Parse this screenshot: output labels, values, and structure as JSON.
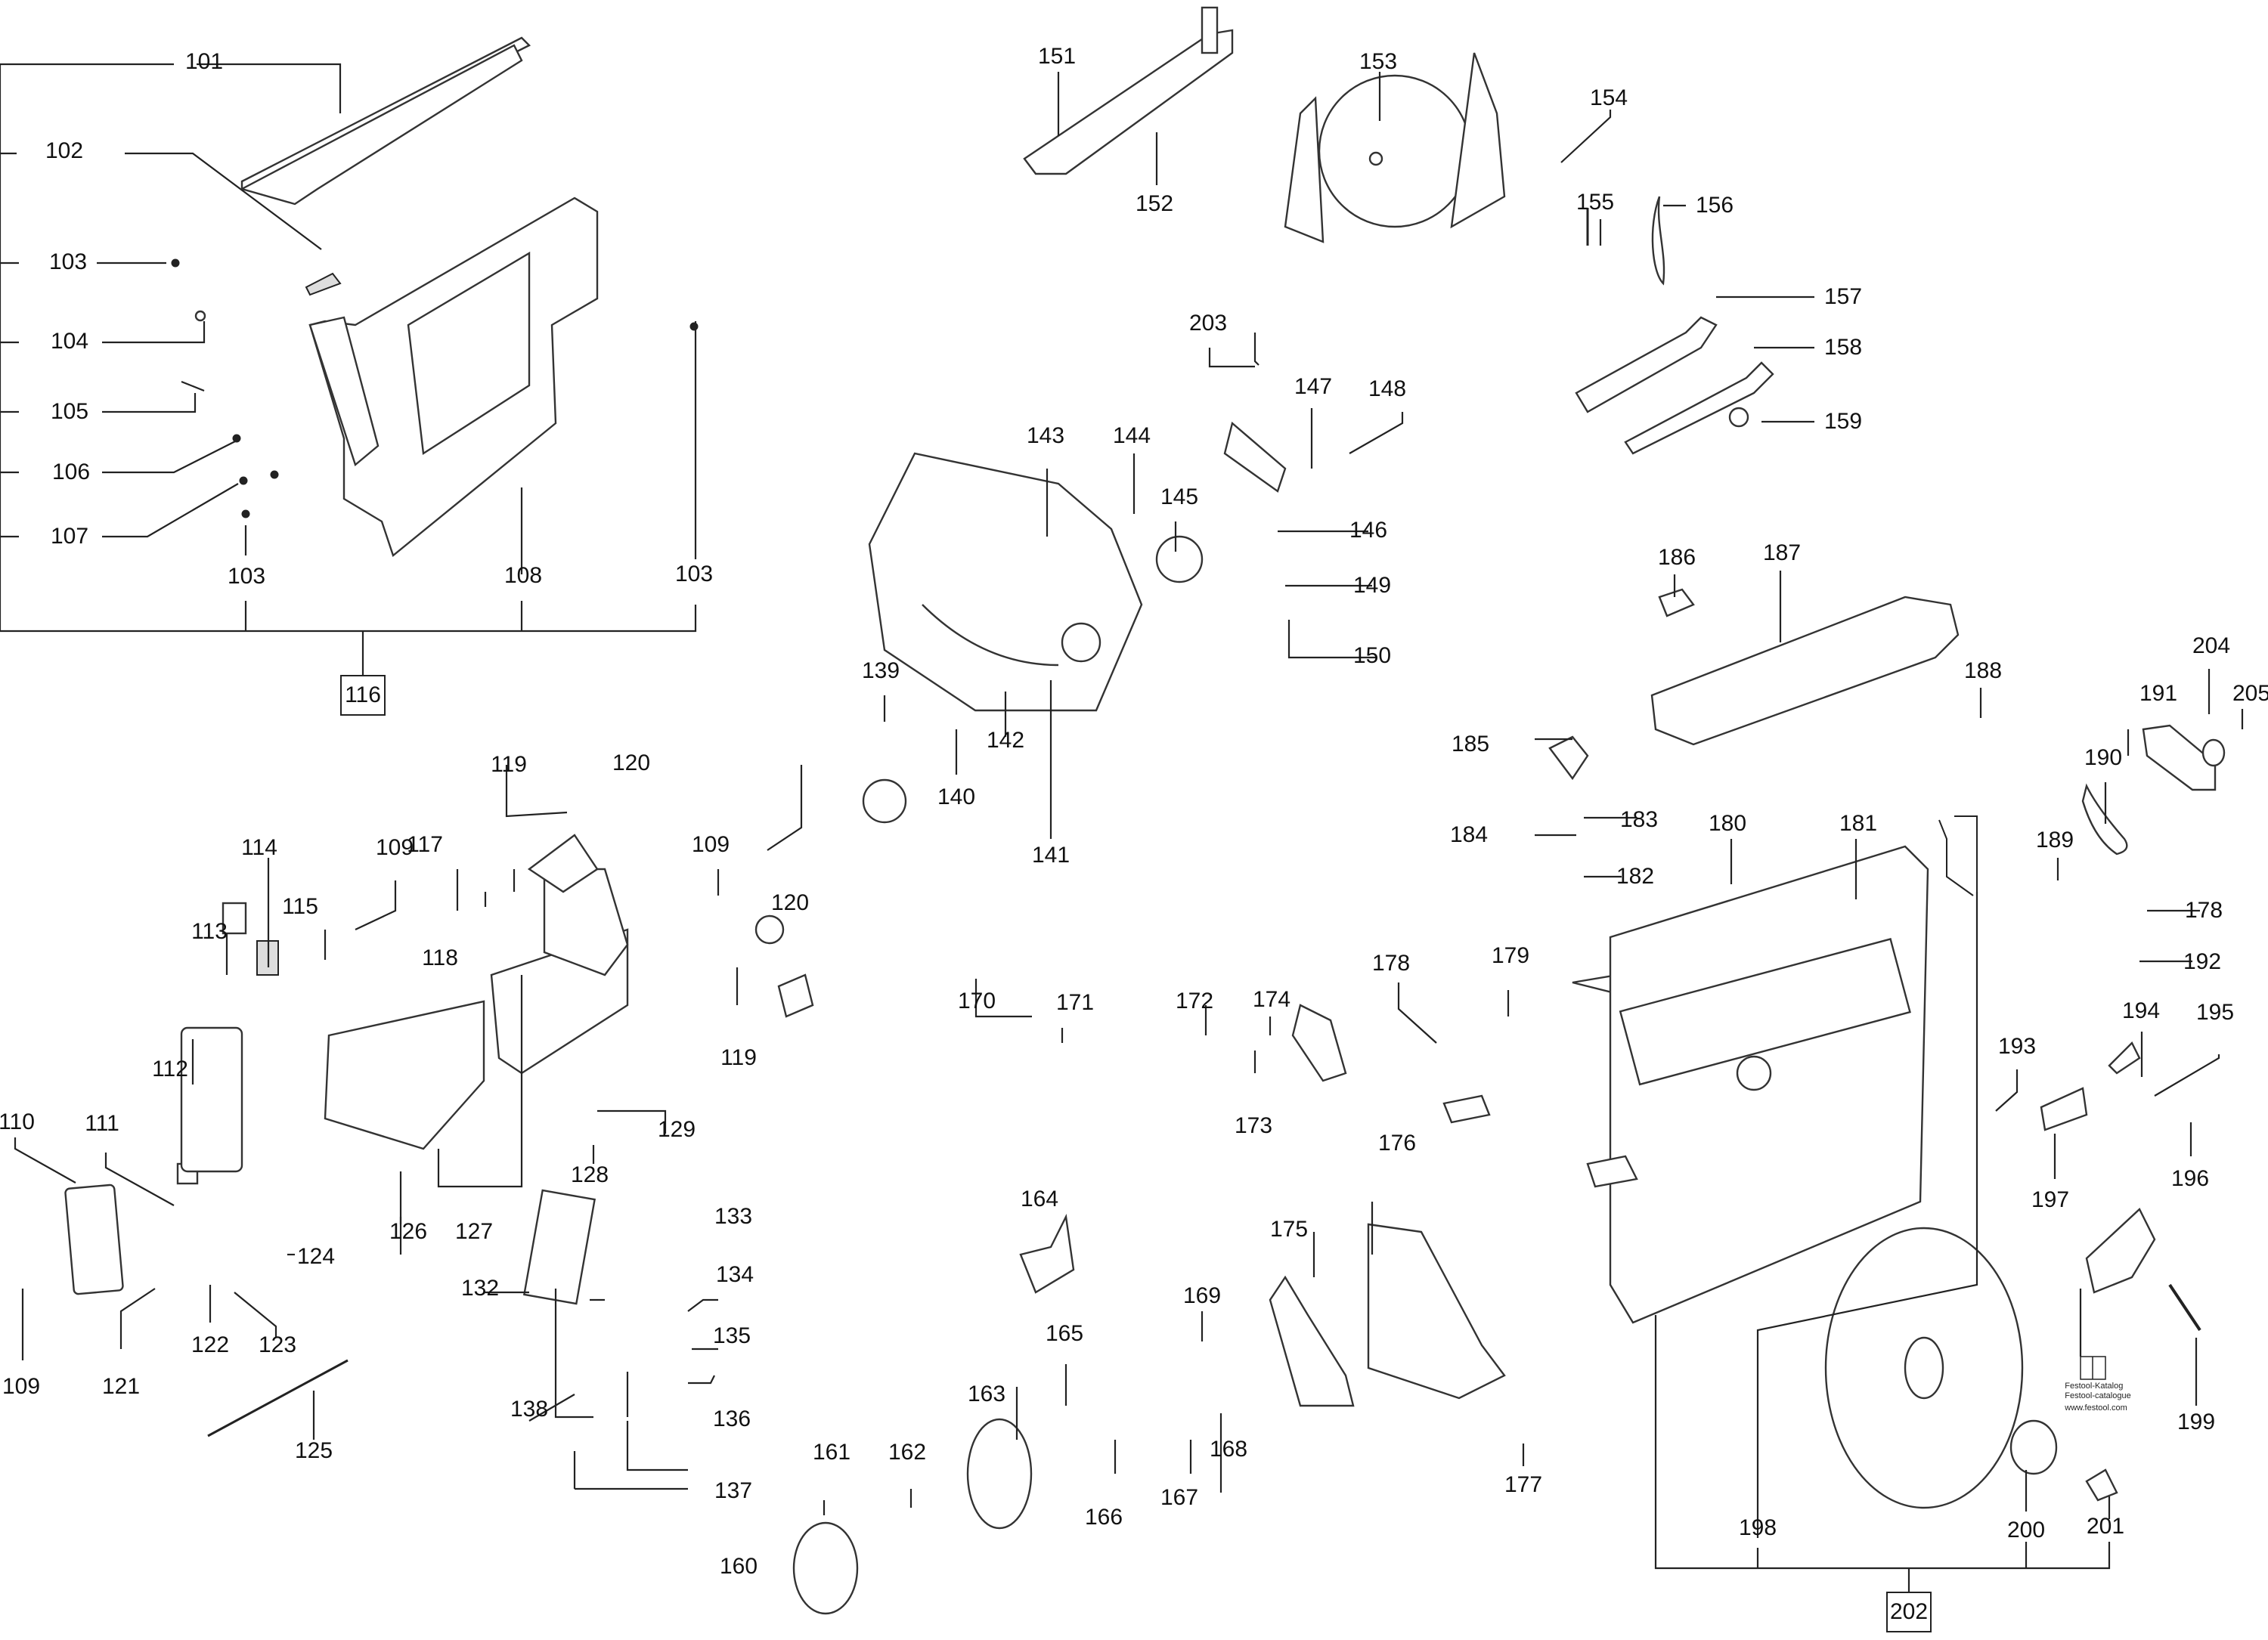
{
  "diagram": {
    "title": "Exploded parts diagram - table saw",
    "assemblies": [
      {
        "id": "116",
        "label": "116",
        "members": [
          "101",
          "102",
          "103",
          "104",
          "105",
          "106",
          "107",
          "108"
        ]
      },
      {
        "id": "202",
        "label": "202",
        "members": [
          "198",
          "200",
          "201"
        ]
      }
    ],
    "labels": [
      {
        "id": "101",
        "text": "101"
      },
      {
        "id": "102",
        "text": "102"
      },
      {
        "id": "103a",
        "text": "103"
      },
      {
        "id": "104",
        "text": "104"
      },
      {
        "id": "105",
        "text": "105"
      },
      {
        "id": "106",
        "text": "106"
      },
      {
        "id": "107",
        "text": "107"
      },
      {
        "id": "103b",
        "text": "103"
      },
      {
        "id": "108",
        "text": "108"
      },
      {
        "id": "103c",
        "text": "103"
      },
      {
        "id": "109a",
        "text": "109"
      },
      {
        "id": "109b",
        "text": "109"
      },
      {
        "id": "109c",
        "text": "109"
      },
      {
        "id": "110",
        "text": "110"
      },
      {
        "id": "111",
        "text": "111"
      },
      {
        "id": "112",
        "text": "112"
      },
      {
        "id": "113",
        "text": "113"
      },
      {
        "id": "114",
        "text": "114"
      },
      {
        "id": "115",
        "text": "115"
      },
      {
        "id": "117",
        "text": "117"
      },
      {
        "id": "118",
        "text": "118"
      },
      {
        "id": "119a",
        "text": "119"
      },
      {
        "id": "119b",
        "text": "119"
      },
      {
        "id": "120a",
        "text": "120"
      },
      {
        "id": "120b",
        "text": "120"
      },
      {
        "id": "121",
        "text": "121"
      },
      {
        "id": "122",
        "text": "122"
      },
      {
        "id": "123",
        "text": "123"
      },
      {
        "id": "124",
        "text": "124"
      },
      {
        "id": "125",
        "text": "125"
      },
      {
        "id": "126",
        "text": "126"
      },
      {
        "id": "127",
        "text": "127"
      },
      {
        "id": "128",
        "text": "128"
      },
      {
        "id": "129",
        "text": "129"
      },
      {
        "id": "132",
        "text": "132"
      },
      {
        "id": "133",
        "text": "133"
      },
      {
        "id": "134",
        "text": "134"
      },
      {
        "id": "135",
        "text": "135"
      },
      {
        "id": "136",
        "text": "136"
      },
      {
        "id": "137",
        "text": "137"
      },
      {
        "id": "138",
        "text": "138"
      },
      {
        "id": "139",
        "text": "139"
      },
      {
        "id": "140",
        "text": "140"
      },
      {
        "id": "141",
        "text": "141"
      },
      {
        "id": "142",
        "text": "142"
      },
      {
        "id": "143",
        "text": "143"
      },
      {
        "id": "144",
        "text": "144"
      },
      {
        "id": "145",
        "text": "145"
      },
      {
        "id": "146",
        "text": "146"
      },
      {
        "id": "147",
        "text": "147"
      },
      {
        "id": "148",
        "text": "148"
      },
      {
        "id": "149",
        "text": "149"
      },
      {
        "id": "150",
        "text": "150"
      },
      {
        "id": "151",
        "text": "151"
      },
      {
        "id": "152",
        "text": "152"
      },
      {
        "id": "153",
        "text": "153"
      },
      {
        "id": "154",
        "text": "154"
      },
      {
        "id": "155",
        "text": "155"
      },
      {
        "id": "156",
        "text": "156"
      },
      {
        "id": "157",
        "text": "157"
      },
      {
        "id": "158",
        "text": "158"
      },
      {
        "id": "159",
        "text": "159"
      },
      {
        "id": "160",
        "text": "160"
      },
      {
        "id": "161",
        "text": "161"
      },
      {
        "id": "162",
        "text": "162"
      },
      {
        "id": "163",
        "text": "163"
      },
      {
        "id": "164",
        "text": "164"
      },
      {
        "id": "165",
        "text": "165"
      },
      {
        "id": "166",
        "text": "166"
      },
      {
        "id": "167",
        "text": "167"
      },
      {
        "id": "168",
        "text": "168"
      },
      {
        "id": "169",
        "text": "169"
      },
      {
        "id": "170",
        "text": "170"
      },
      {
        "id": "171",
        "text": "171"
      },
      {
        "id": "172",
        "text": "172"
      },
      {
        "id": "173",
        "text": "173"
      },
      {
        "id": "174",
        "text": "174"
      },
      {
        "id": "175",
        "text": "175"
      },
      {
        "id": "176",
        "text": "176"
      },
      {
        "id": "177",
        "text": "177"
      },
      {
        "id": "178a",
        "text": "178"
      },
      {
        "id": "178b",
        "text": "178"
      },
      {
        "id": "179",
        "text": "179"
      },
      {
        "id": "180",
        "text": "180"
      },
      {
        "id": "181",
        "text": "181"
      },
      {
        "id": "182",
        "text": "182"
      },
      {
        "id": "183",
        "text": "183"
      },
      {
        "id": "184",
        "text": "184"
      },
      {
        "id": "185",
        "text": "185"
      },
      {
        "id": "186",
        "text": "186"
      },
      {
        "id": "187",
        "text": "187"
      },
      {
        "id": "188",
        "text": "188"
      },
      {
        "id": "189",
        "text": "189"
      },
      {
        "id": "190",
        "text": "190"
      },
      {
        "id": "191",
        "text": "191"
      },
      {
        "id": "192",
        "text": "192"
      },
      {
        "id": "193",
        "text": "193"
      },
      {
        "id": "194",
        "text": "194"
      },
      {
        "id": "195",
        "text": "195"
      },
      {
        "id": "196",
        "text": "196"
      },
      {
        "id": "197",
        "text": "197"
      },
      {
        "id": "198",
        "text": "198"
      },
      {
        "id": "199",
        "text": "199"
      },
      {
        "id": "200",
        "text": "200"
      },
      {
        "id": "201",
        "text": "201"
      },
      {
        "id": "203",
        "text": "203"
      },
      {
        "id": "204",
        "text": "204"
      },
      {
        "id": "205",
        "text": "205"
      }
    ],
    "catalogue_note": {
      "icon": "open-book-icon",
      "line1": "Festool-Katalog",
      "line2": "Festool-catalogue",
      "line3": "www.festool.com"
    }
  }
}
